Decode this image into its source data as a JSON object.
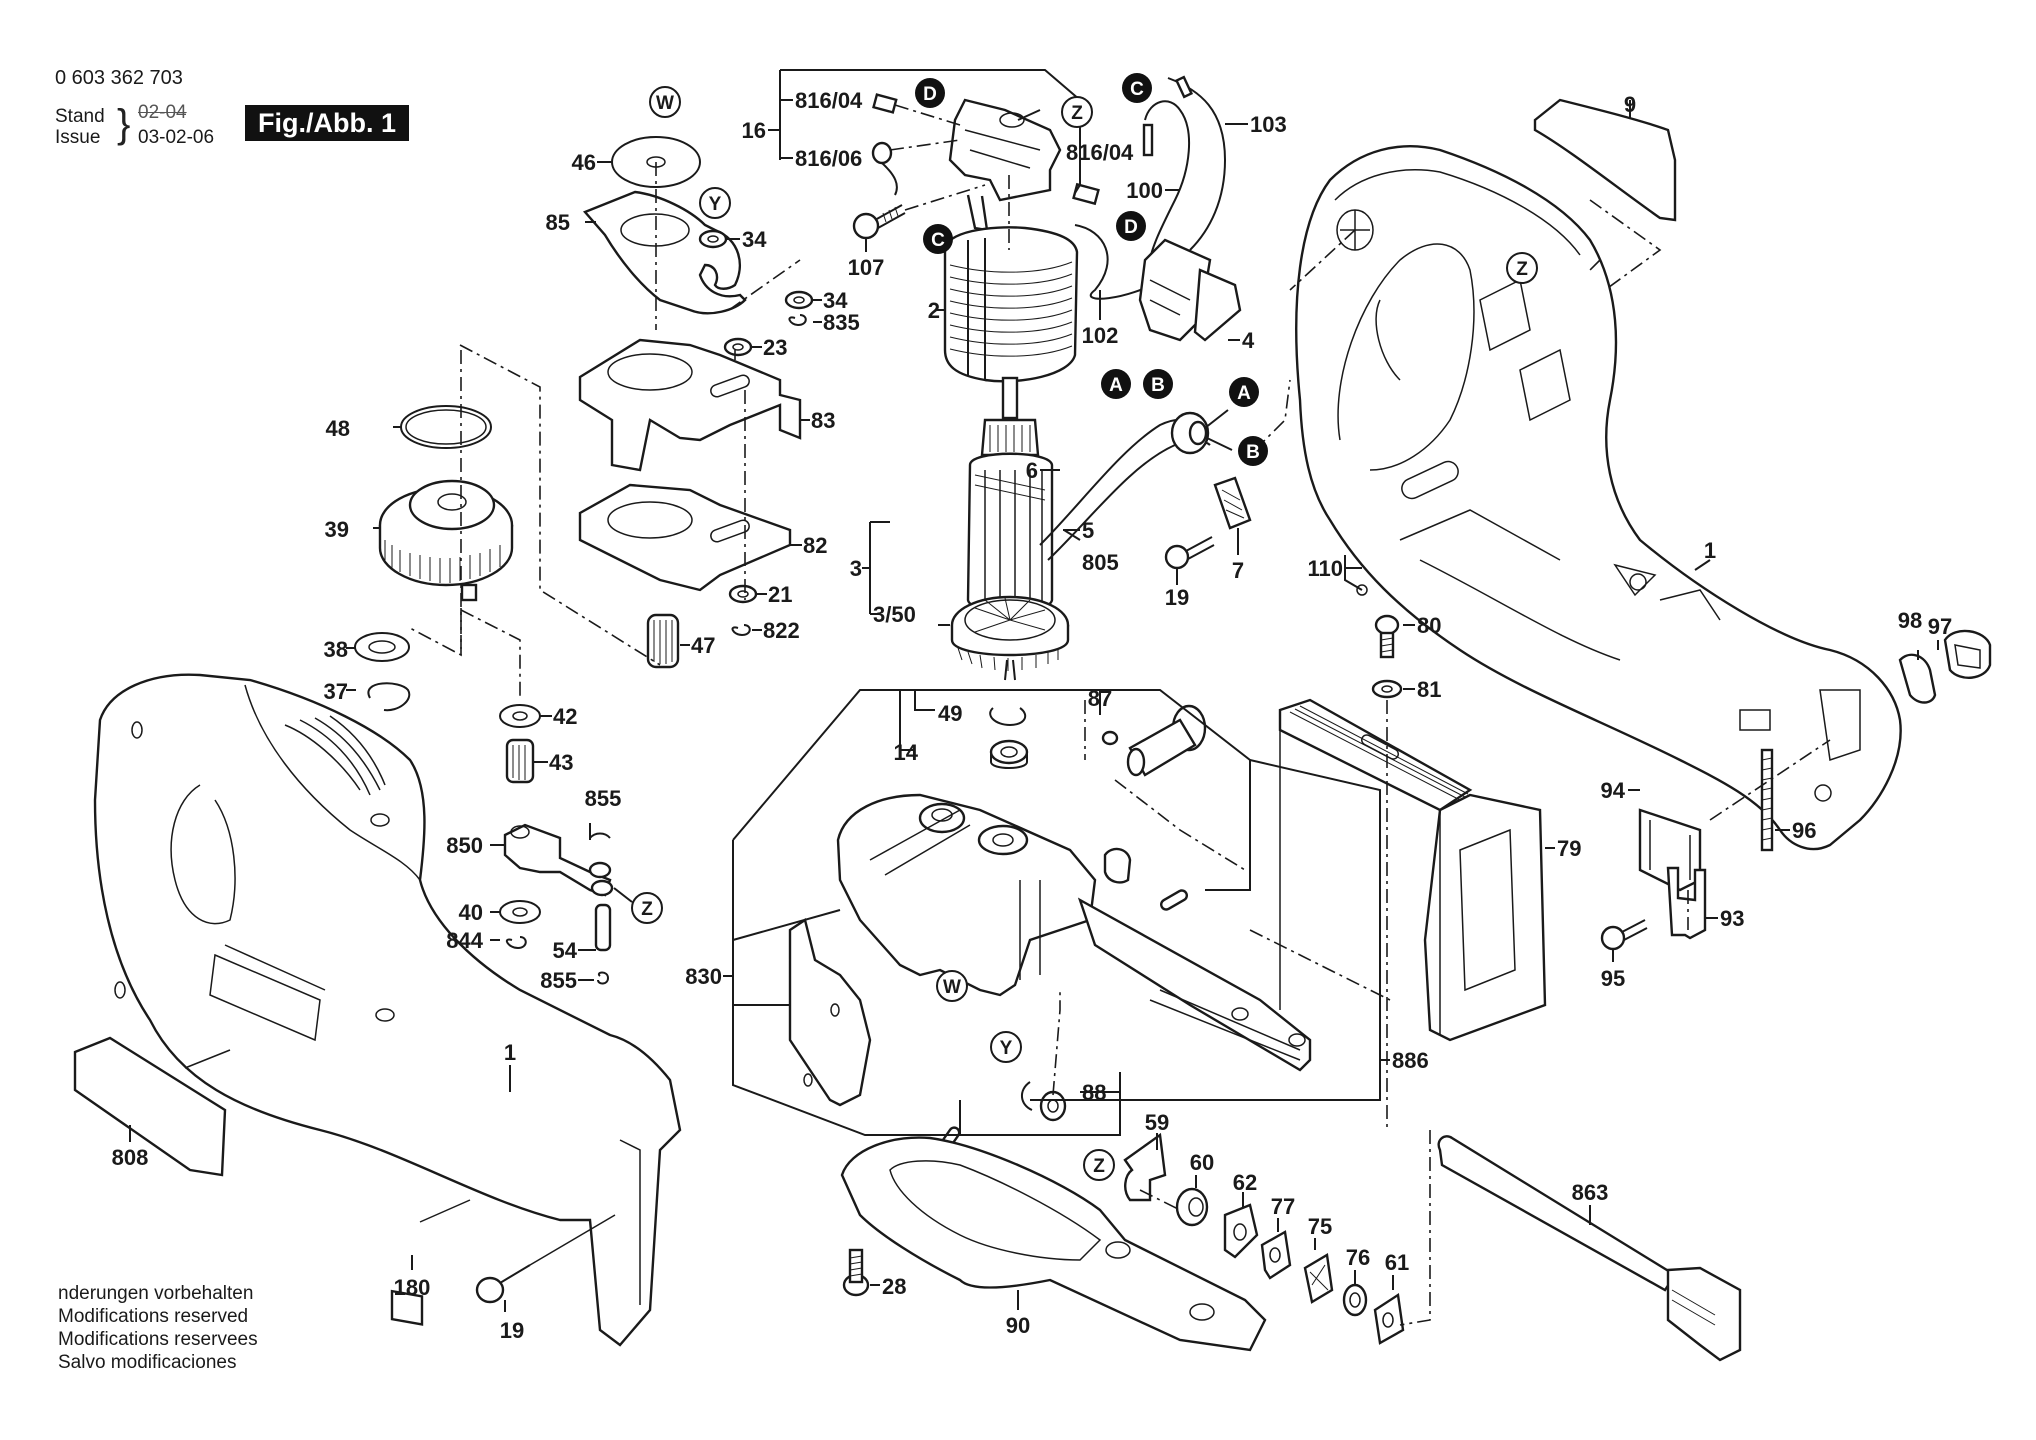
{
  "header": {
    "part_number": "0 603 362 703",
    "stand_label": "Stand",
    "issue_label": "Issue",
    "stand_value_struck": "02-04",
    "issue_value": "03-02-06",
    "figure_label": "Fig./Abb. 1"
  },
  "footer_notes": [
    "nderungen vorbehalten",
    "Modifications reserved",
    "Modifications reservees",
    "Salvo modificaciones"
  ],
  "reference_markers": {
    "open_circle": [
      "W",
      "Y",
      "Z"
    ],
    "filled_circle": [
      "A",
      "B",
      "C",
      "D"
    ]
  },
  "part_labels": [
    "1",
    "2",
    "3",
    "3/50",
    "4",
    "5",
    "6",
    "7",
    "9",
    "14",
    "16",
    "19",
    "21",
    "23",
    "28",
    "34",
    "37",
    "38",
    "39",
    "40",
    "42",
    "43",
    "46",
    "47",
    "48",
    "49",
    "54",
    "59",
    "60",
    "61",
    "62",
    "75",
    "76",
    "77",
    "79",
    "80",
    "81",
    "82",
    "83",
    "85",
    "87",
    "88",
    "90",
    "93",
    "94",
    "95",
    "96",
    "97",
    "98",
    "100",
    "102",
    "103",
    "107",
    "110",
    "180",
    "805",
    "808",
    "816/04",
    "816/06",
    "822",
    "830",
    "835",
    "844",
    "850",
    "855",
    "863",
    "886"
  ],
  "callouts": {
    "p46": "46",
    "p85": "85",
    "p34a": "34",
    "p34b": "34",
    "p835": "835",
    "p23": "23",
    "p83": "83",
    "p82": "82",
    "p21": "21",
    "p822": "822",
    "p47": "47",
    "p48": "48",
    "p39": "39",
    "p38": "38",
    "p37": "37",
    "p42": "42",
    "p43": "43",
    "p855a": "855",
    "p850": "850",
    "p40": "40",
    "p844": "844",
    "p54": "54",
    "p855b": "855",
    "p16": "16",
    "p816_04a": "816/04",
    "p816_06": "816/06",
    "p816_04b": "816/04",
    "p107": "107",
    "p2": "2",
    "p103": "103",
    "p100": "100",
    "p102": "102",
    "p4": "4",
    "p6": "6",
    "p5": "5",
    "p805": "805",
    "p3": "3",
    "p3_50": "3/50",
    "p19a": "19",
    "p7": "7",
    "p110": "110",
    "p9": "9",
    "p1a": "1",
    "p97": "97",
    "p98": "98",
    "p80": "80",
    "p81": "81",
    "p79": "79",
    "p94": "94",
    "p96": "96",
    "p93": "93",
    "p95": "95",
    "p49": "49",
    "p14": "14",
    "p87": "87",
    "p830": "830",
    "p88a": "88",
    "p886": "886",
    "p59": "59",
    "p60": "60",
    "p62": "62",
    "p77": "77",
    "p75": "75",
    "p76": "76",
    "p61": "61",
    "p28": "28",
    "p90": "90",
    "p863": "863",
    "p808": "808",
    "p1b": "1",
    "p180": "180",
    "p19b": "19",
    "mW1": "W",
    "mY1": "Y",
    "mZ1": "Z",
    "mZ2": "Z",
    "mZ3": "Z",
    "mZ4": "Z",
    "mW2": "W",
    "mY2": "Y",
    "mD1": "D",
    "mC1": "C",
    "mC2": "C",
    "mD2": "D",
    "mA1": "A",
    "mB1": "B",
    "mA2": "A",
    "mB2": "B"
  }
}
